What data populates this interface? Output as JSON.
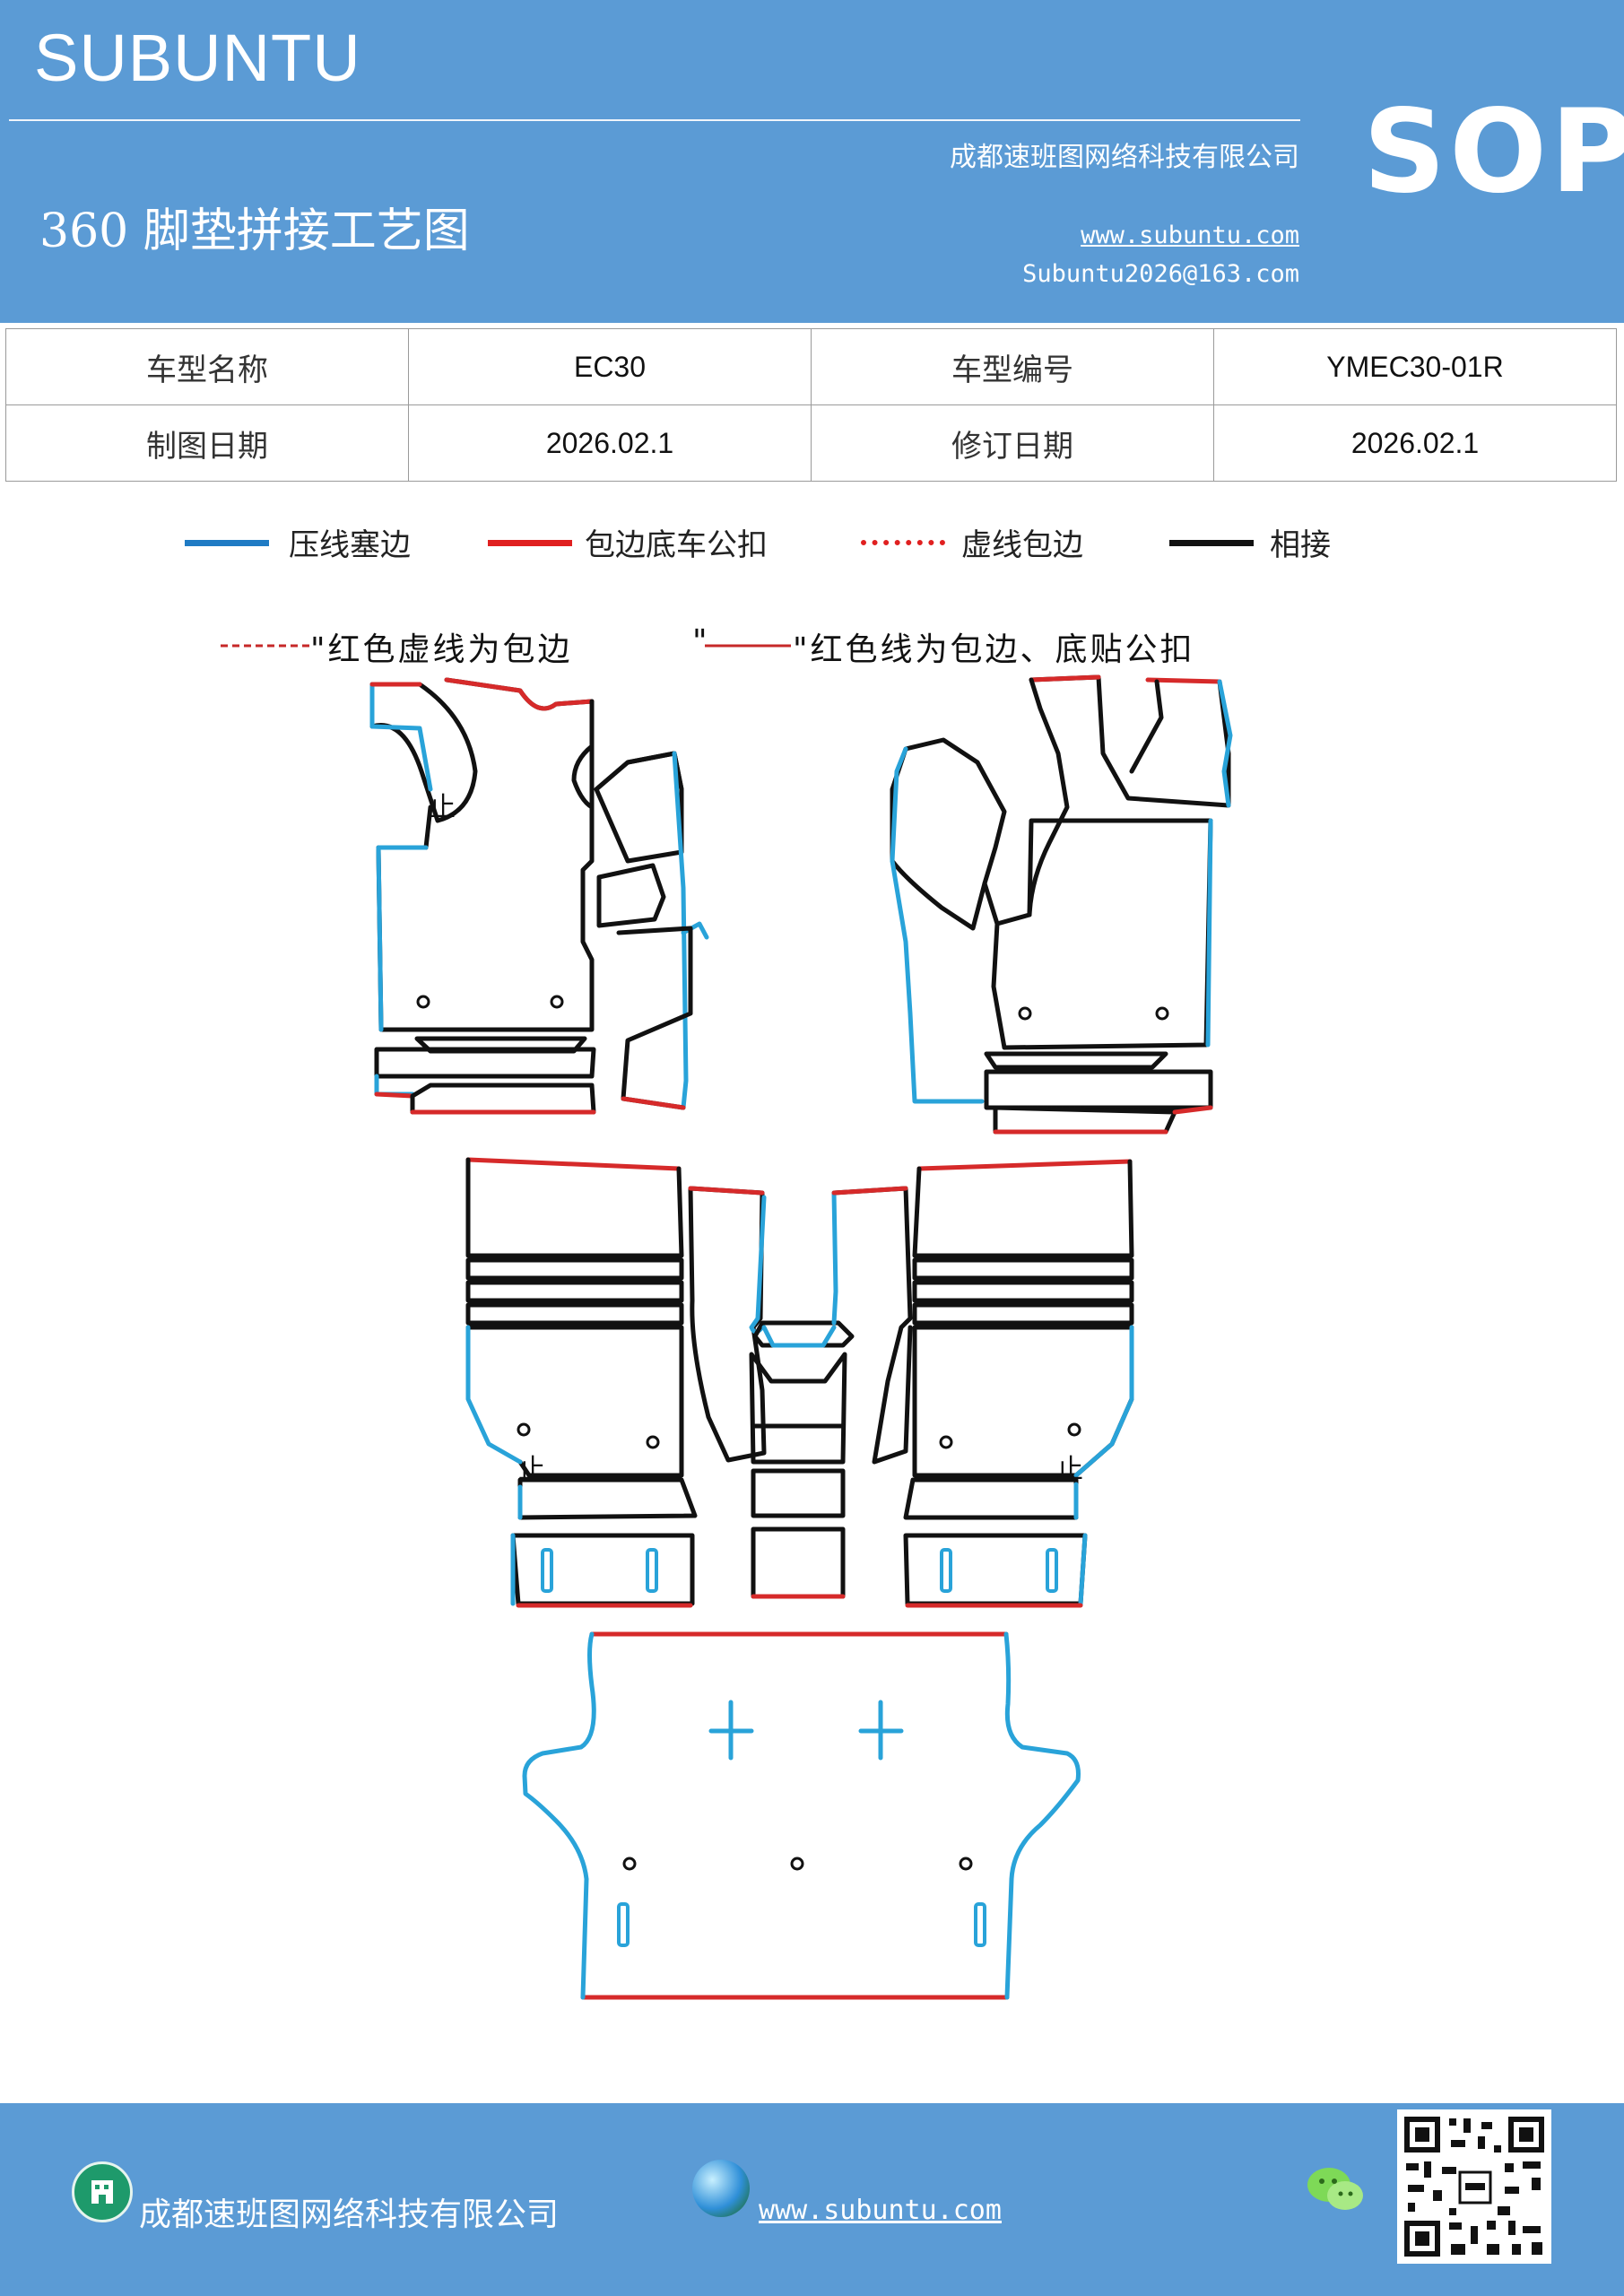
{
  "header": {
    "brand": "SUBUNTU",
    "sop": "SOP",
    "company": "成都速班图网络科技有限公司",
    "title": "360 脚垫拼接工艺图",
    "website": "www.subuntu.com",
    "email": "Subuntu2026@163.com",
    "background_color": "#5b9bd5"
  },
  "info_table": {
    "rows": [
      {
        "label1": "车型名称",
        "value1": "EC30",
        "label2": "车型编号",
        "value2": "YMEC30-01R"
      },
      {
        "label1": "制图日期",
        "value1": "2026.02.1",
        "label2": "修订日期",
        "value2": "2026.02.1"
      }
    ]
  },
  "legend": {
    "items": [
      {
        "label": "压线塞边",
        "color": "#1f7bc4",
        "style": "solid"
      },
      {
        "label": "包边底车公扣",
        "color": "#e02020",
        "style": "solid"
      },
      {
        "label": "虚线包边",
        "color": "#e02020",
        "style": "dotted"
      },
      {
        "label": "相接",
        "color": "#111111",
        "style": "solid"
      }
    ]
  },
  "notes": {
    "dashed_note": "\"红色虚线为包边",
    "solid_note_prefix": "\"",
    "solid_note": "\"红色线为包边、底贴公扣"
  },
  "drawing": {
    "seam_marks": [
      "止",
      "止",
      "止"
    ],
    "colors": {
      "blue": "#29a3d9",
      "red": "#d62a2a",
      "black": "#111111"
    }
  },
  "footer": {
    "company": "成都速班图网络科技有限公司",
    "website": "www.subuntu.com"
  }
}
